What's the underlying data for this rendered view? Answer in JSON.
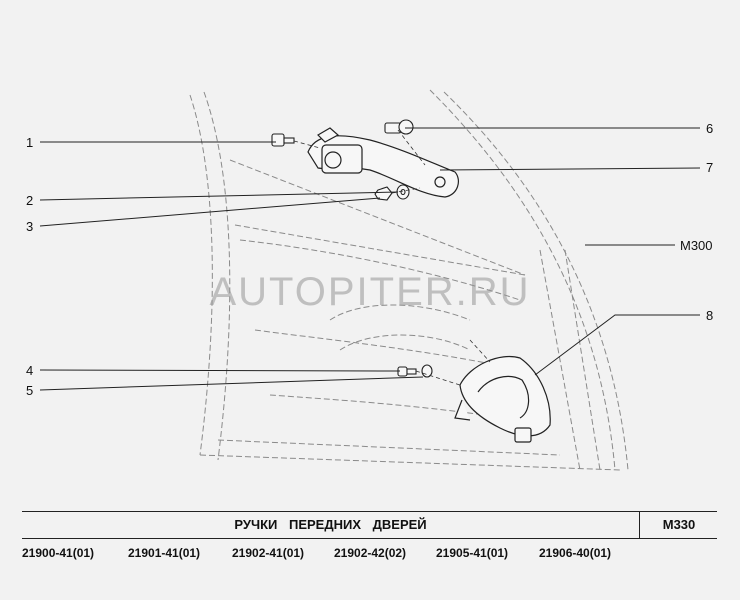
{
  "callouts": {
    "c1": "1",
    "c2": "2",
    "c3": "3",
    "c4": "4",
    "c5": "5",
    "c6": "6",
    "c7": "7",
    "c8": "8",
    "m300": "M300"
  },
  "watermark": "AUTOPITER.RU",
  "title": "РУЧКИ   ПЕРЕДНИХ   ДВЕРЕЙ",
  "code": "M330",
  "models": [
    "21900-41(01)",
    "21901-41(01)",
    "21902-41(01)",
    "21902-42(02)",
    "21905-41(01)",
    "21906-40(01)"
  ],
  "colors": {
    "line": "#222222",
    "background": "#f2f2f2",
    "watermark": "#969696"
  }
}
